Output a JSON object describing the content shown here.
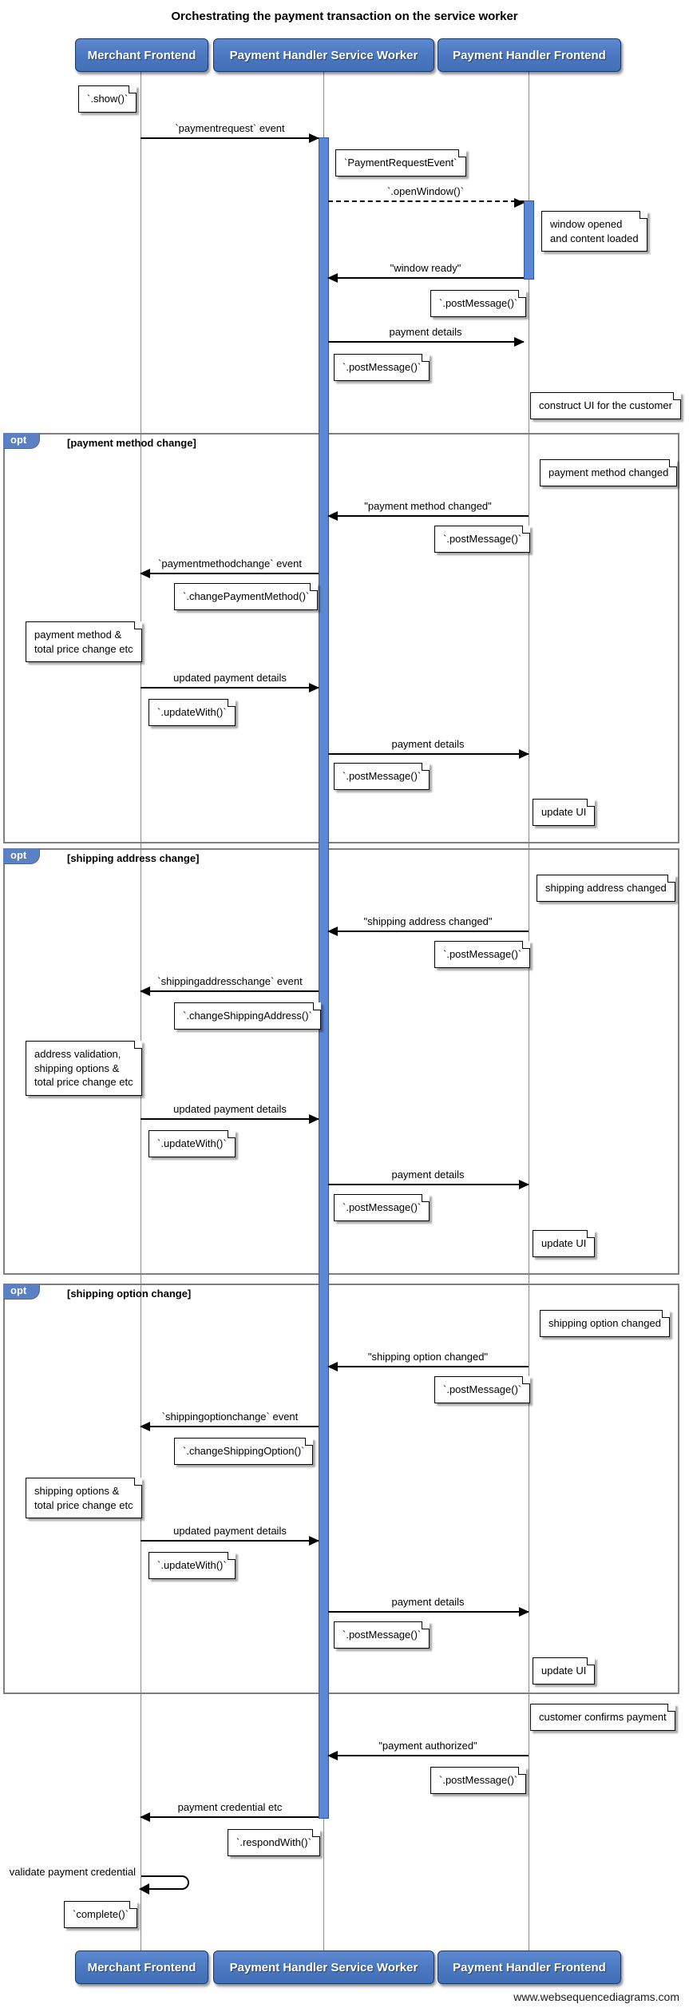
{
  "title": "Orchestrating the payment transaction on the service worker",
  "watermark": "www.websequencediagrams.com",
  "participants": [
    "Merchant Frontend",
    "Payment Handler Service Worker",
    "Payment Handler Frontend"
  ],
  "colors": {
    "actor_fill": "#4a77c0",
    "actor_border": "#16386e",
    "activation_fill": "#5b87d5",
    "frame_border": "#7f7f7f",
    "note_fill": "#ffffff"
  },
  "init": {
    "show_note": "`.show()`",
    "paymentrequest_msg": "`paymentrequest` event",
    "payment_request_event_note": "`PaymentRequestEvent`",
    "openwindow_msg": "`.openWindow()`",
    "window_opened_note": "window opened\nand content loaded",
    "window_ready_msg": "\"window ready\"",
    "postmessage_note_window_ready": "`.postMessage()`",
    "payment_details_msg": "payment details",
    "postmessage_note_payment_details": "`.postMessage()`",
    "construct_ui_note": "construct UI for the customer"
  },
  "opt_payment_method": {
    "keyword": "opt",
    "condition": "[payment method change]",
    "changed_note": "payment method changed",
    "changed_msg": "\"payment method changed\"",
    "postmessage_note": "`.postMessage()`",
    "event_msg": "`paymentmethodchange` event",
    "handler_note": "`.changePaymentMethod()`",
    "side_note": "payment method &\ntotal price change etc",
    "updated_msg": "updated payment details",
    "updatewith_note": "`.updateWith()`",
    "payment_details_msg": "payment details",
    "postmessage_note2": "`.postMessage()`",
    "update_ui_note": "update UI"
  },
  "opt_shipping_address": {
    "keyword": "opt",
    "condition": "[shipping address change]",
    "changed_note": "shipping address changed",
    "changed_msg": "\"shipping address changed\"",
    "postmessage_note": "`.postMessage()`",
    "event_msg": "`shippingaddresschange` event",
    "handler_note": "`.changeShippingAddress()`",
    "side_note": "address validation,\nshipping options &\ntotal price change etc",
    "updated_msg": "updated payment details",
    "updatewith_note": "`.updateWith()`",
    "payment_details_msg": "payment details",
    "postmessage_note2": "`.postMessage()`",
    "update_ui_note": "update UI"
  },
  "opt_shipping_option": {
    "keyword": "opt",
    "condition": "[shipping option change]",
    "changed_note": "shipping option changed",
    "changed_msg": "\"shipping option changed\"",
    "postmessage_note": "`.postMessage()`",
    "event_msg": "`shippingoptionchange` event",
    "handler_note": "`.changeShippingOption()`",
    "side_note": "shipping options &\ntotal price change etc",
    "updated_msg": "updated payment details",
    "updatewith_note": "`.updateWith()`",
    "payment_details_msg": "payment details",
    "postmessage_note2": "`.postMessage()`",
    "update_ui_note": "update UI"
  },
  "finish": {
    "confirm_note": "customer confirms payment",
    "authorized_msg": "\"payment authorized\"",
    "postmessage_note": "`.postMessage()`",
    "credential_msg": "payment credential etc",
    "respondwith_note": "`.respondWith()`",
    "validate_msg": "validate payment credential",
    "complete_note": "`complete()`"
  }
}
